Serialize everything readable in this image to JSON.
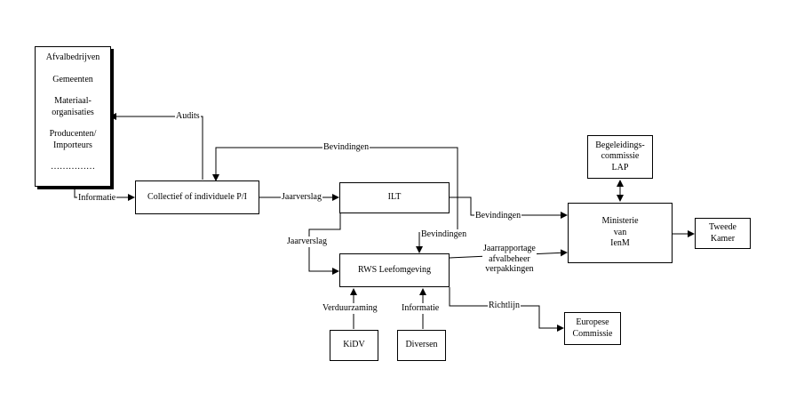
{
  "boxes": {
    "stakeholders": {
      "items": [
        "Afvalbedrijven",
        "Gemeenten",
        "Materiaal-\norganisaties",
        "Producenten/\nImporteurs",
        "……………"
      ]
    },
    "collectief": "Collectief of individuele P/I",
    "ilt": "ILT",
    "rws": "RWS Leefomgeving",
    "kidv": "KiDV",
    "diversen": "Diversen",
    "begeleidings": "Begeleidings-\ncommissie\nLAP",
    "ministerie": "Ministerie\nvan\nIenM",
    "tweede_kamer": "Tweede\nKamer",
    "europese": "Europese\nCommissie"
  },
  "labels": {
    "audits": "Audits",
    "bevindingen_top": "Bevindingen",
    "informatie_left": "Informatie",
    "jaarverslag_1": "Jaarverslag",
    "bevindingen_ilt": "Bevindingen",
    "jaarverslag_2": "Jaarverslag",
    "bevindingen_rws": "Bevindingen",
    "jaarrapportage": "Jaarrapportage\nafvalbeheer\nverpakkingen",
    "richtlijn": "Richtlijn",
    "verduurzaming": "Verduurzaming",
    "informatie_bottom": "Informatie"
  }
}
